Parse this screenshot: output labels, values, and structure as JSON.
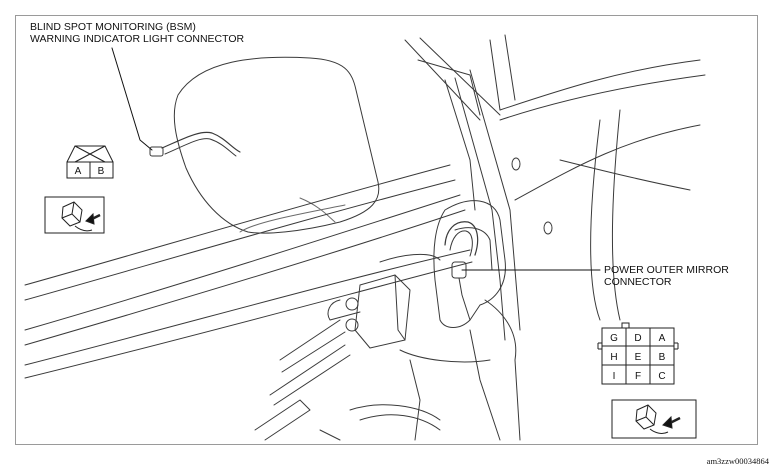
{
  "labels": {
    "bsm_line1": "BLIND SPOT MONITORING (BSM)",
    "bsm_line2": "WARNING INDICATOR LIGHT CONNECTOR",
    "power_line1": "POWER OUTER MIRROR",
    "power_line2": "CONNECTOR"
  },
  "bsm_connector_pins": [
    "A",
    "B"
  ],
  "power_connector_pins": [
    [
      "G",
      "D",
      "A"
    ],
    [
      "H",
      "E",
      "B"
    ],
    [
      "I",
      "F",
      "C"
    ]
  ],
  "figure_code": "am3zzw00034864"
}
